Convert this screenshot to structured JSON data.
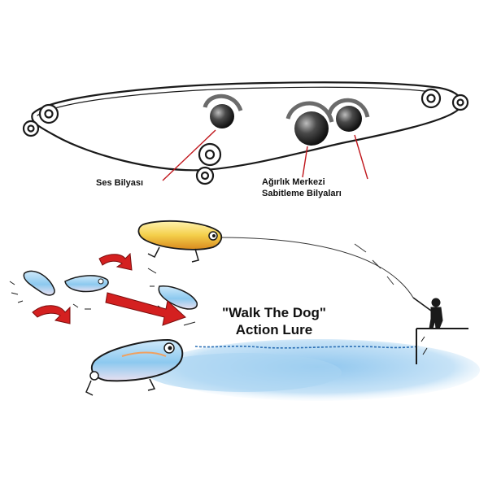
{
  "labels": {
    "sound_ball": "Ses Bilyası",
    "weight_line1": "Ağırlık Merkezi",
    "weight_line2": "Sabitleme Bilyaları",
    "title_line1": "\"Walk The Dog\"",
    "title_line2": "Action Lure"
  },
  "colors": {
    "outline": "#1a1a1a",
    "leader": "#c0161c",
    "arrow": "#d42020",
    "water": "#a9d3f2",
    "lure_yellow": "#f4cf4a",
    "lure_blue": "#8cc9ef"
  }
}
